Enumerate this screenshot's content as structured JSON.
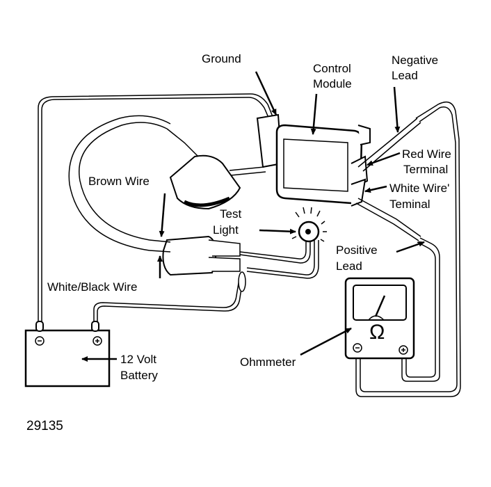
{
  "diagram": {
    "labels": {
      "ground": "Ground",
      "control_module_1": "Control",
      "control_module_2": "Module",
      "negative_lead_1": "Negative",
      "negative_lead_2": "Lead",
      "red_wire_terminal_1": "Red Wire",
      "red_wire_terminal_2": "Terminal",
      "white_wire_terminal_1": "White Wire'",
      "white_wire_terminal_2": "Teminal",
      "brown_wire": "Brown Wire",
      "test_light_1": "Test",
      "test_light_2": "Light",
      "positive_lead_1": "Positive",
      "positive_lead_2": "Lead",
      "white_black_wire": "White/Black Wire",
      "battery_1": "12 Volt",
      "battery_2": "Battery",
      "ohmmeter": "Ohmmeter"
    },
    "symbols": {
      "ohm": "Ω",
      "minus": "−",
      "plus": "+"
    },
    "figure_number": "29135"
  }
}
